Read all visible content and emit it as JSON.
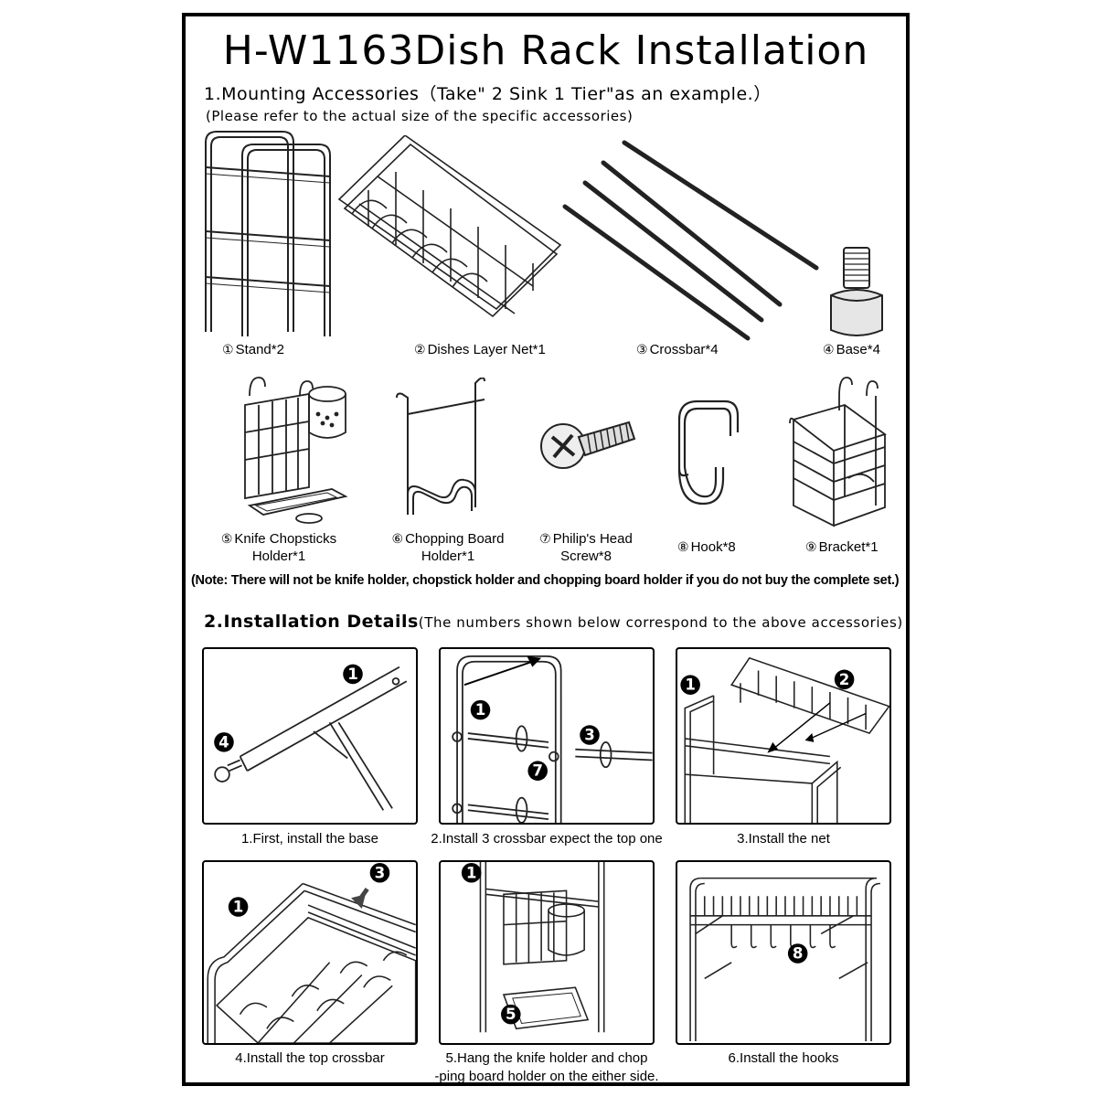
{
  "title": "H-W1163Dish Rack Installation",
  "section1": {
    "heading": "1.Mounting Accessories（Take\" 2 Sink 1 Tier\"as an example.）",
    "subnote": "(Please refer to the actual size of the specific accessories)"
  },
  "accessories": [
    {
      "num": "①",
      "label": "Stand*2",
      "icon": "stand-frame-icon"
    },
    {
      "num": "②",
      "label": "Dishes Layer Net*1",
      "icon": "dish-net-icon"
    },
    {
      "num": "③",
      "label": "Crossbar*4",
      "icon": "crossbar-icon"
    },
    {
      "num": "④",
      "label": "Base*4",
      "icon": "base-foot-icon"
    },
    {
      "num": "⑤",
      "label": "Knife Chopsticks",
      "label2": "Holder*1",
      "icon": "knife-holder-icon"
    },
    {
      "num": "⑥",
      "label": "Chopping Board",
      "label2": "Holder*1",
      "icon": "board-holder-icon"
    },
    {
      "num": "⑦",
      "label": "Philip's Head",
      "label2": "Screw*8",
      "icon": "screw-icon"
    },
    {
      "num": "⑧",
      "label": "Hook*8",
      "icon": "hook-icon"
    },
    {
      "num": "⑨",
      "label": "Bracket*1",
      "icon": "bracket-icon"
    }
  ],
  "note": "(Note: There will not be knife holder, chopstick holder and chopping board holder if you do not buy the complete set.)",
  "section2": {
    "heading": "2.Installation Details",
    "subheading": "(The numbers shown below correspond to the above accessories)"
  },
  "steps": [
    {
      "caption": "1.First, install the base",
      "badges": [
        "1",
        "4"
      ]
    },
    {
      "caption": "2.Install 3 crossbar expect the top one",
      "badges": [
        "1",
        "3",
        "7"
      ]
    },
    {
      "caption": "3.Install the net",
      "badges": [
        "1",
        "2"
      ]
    },
    {
      "caption": "4.Install the top crossbar",
      "badges": [
        "1",
        "3"
      ]
    },
    {
      "caption": "5.Hang the knife holder and chop",
      "caption2": "-ping board holder on the either side.",
      "badges": [
        "1",
        "5"
      ]
    },
    {
      "caption": "6.Install the hooks",
      "badges": [
        "8"
      ]
    }
  ]
}
